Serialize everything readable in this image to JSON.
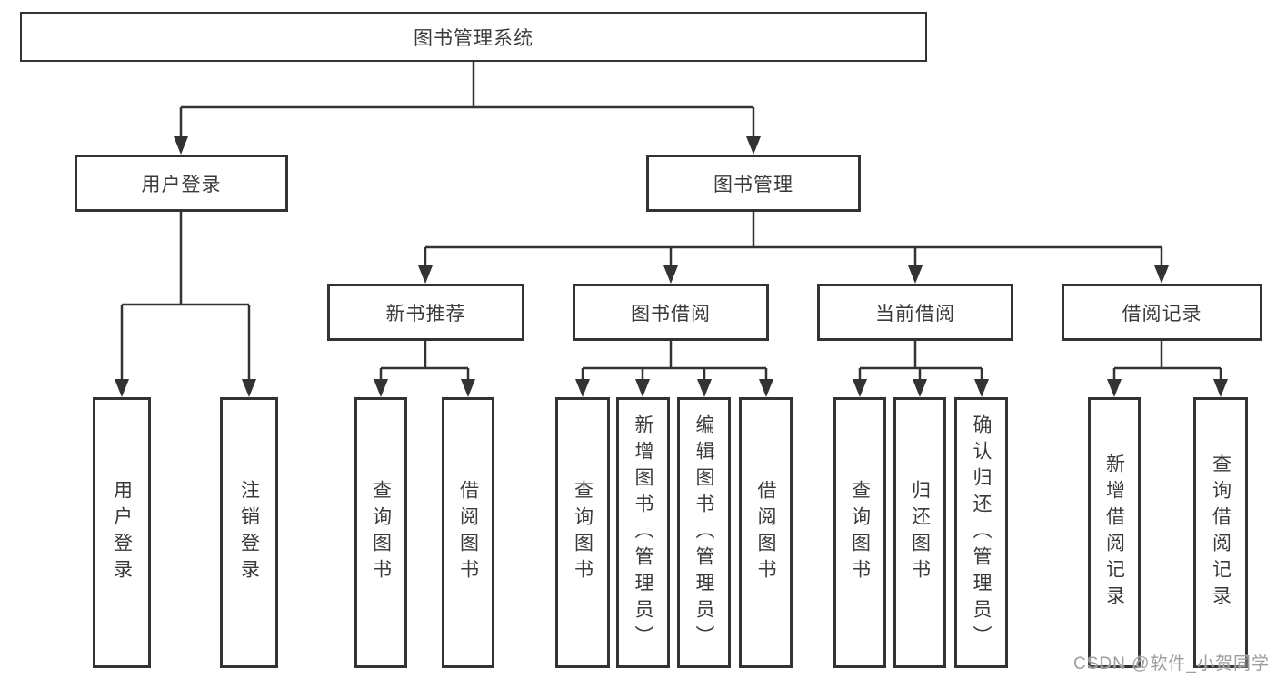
{
  "diagram": {
    "root": {
      "label": "图书管理系统"
    },
    "level2": [
      {
        "label": "用户登录"
      },
      {
        "label": "图书管理"
      }
    ],
    "level3": [
      {
        "label": "新书推荐"
      },
      {
        "label": "图书借阅"
      },
      {
        "label": "当前借阅"
      },
      {
        "label": "借阅记录"
      }
    ],
    "leaves": {
      "user_login": [
        {
          "label": "用户登录"
        },
        {
          "label": "注销登录"
        }
      ],
      "new_book": [
        {
          "label": "查询图书"
        },
        {
          "label": "借阅图书"
        }
      ],
      "book_borrow": [
        {
          "label": "查询图书"
        },
        {
          "label": "新增图书（管理员）"
        },
        {
          "label": "编辑图书（管理员）"
        },
        {
          "label": "借阅图书"
        }
      ],
      "current_borrow": [
        {
          "label": "查询图书"
        },
        {
          "label": "归还图书"
        },
        {
          "label": "确认归还（管理员）"
        }
      ],
      "borrow_record": [
        {
          "label": "新增借阅记录"
        },
        {
          "label": "查询借阅记录"
        }
      ]
    }
  },
  "colors": {
    "line": "#333333",
    "box_border": "#333333",
    "text": "#3a3a3a",
    "watermark": "#9e9e9e",
    "background": "#ffffff"
  },
  "watermark": {
    "text": "CSDN @软件_小贺同学"
  }
}
